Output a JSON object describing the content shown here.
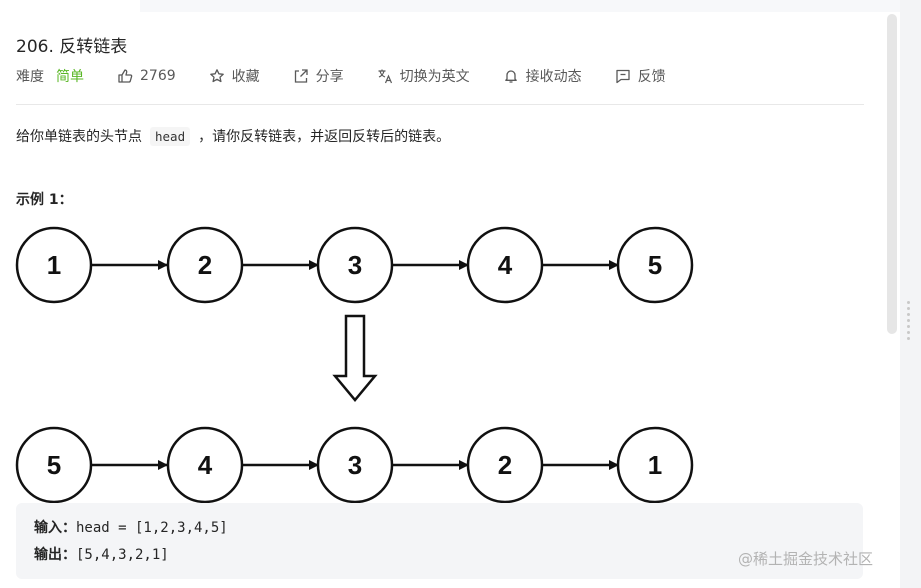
{
  "problem": {
    "title": "206. 反转链表",
    "difficulty_label": "难度",
    "difficulty_value": "简单"
  },
  "toolbar": {
    "likes": "2769",
    "favorite": "收藏",
    "share": "分享",
    "switch_lang": "切换为英文",
    "notify": "接收动态",
    "feedback": "反馈"
  },
  "description": {
    "before": "给你单链表的头节点",
    "code": "head",
    "after": "，请你反转链表，并返回反转后的链表。"
  },
  "example": {
    "title": "示例 1：",
    "top_nodes": [
      "1",
      "2",
      "3",
      "4",
      "5"
    ],
    "bottom_nodes": [
      "5",
      "4",
      "3",
      "2",
      "1"
    ],
    "input_label": "输入：",
    "input_value": "head = [1,2,3,4,5]",
    "output_label": "输出：",
    "output_value": "[5,4,3,2,1]"
  },
  "watermark": "@稀土掘金技术社区"
}
